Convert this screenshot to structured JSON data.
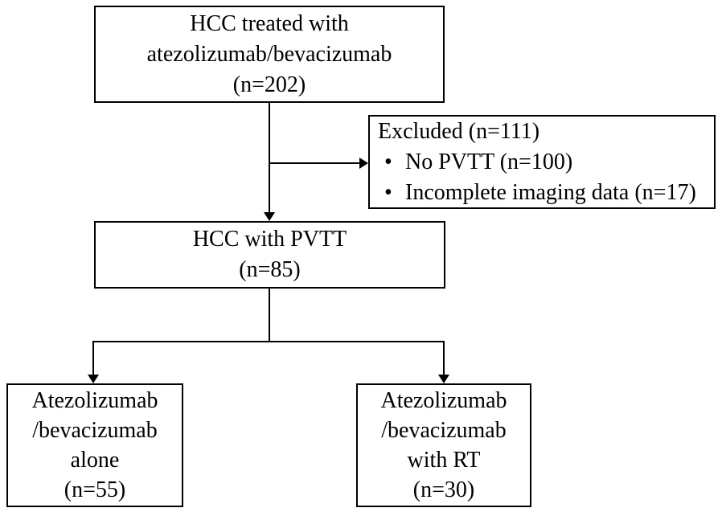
{
  "figure": {
    "type": "patient-flow-diagram",
    "boxes": {
      "treated": {
        "lines": [
          "HCC treated with",
          "atezolizumab/bevacizumab",
          "(n=202)"
        ]
      },
      "excluded": {
        "title": "Excluded (n=111)",
        "bullet_char": "•",
        "items": [
          "No PVTT (n=100)",
          "Incomplete imaging data (n=17)"
        ]
      },
      "pvtt": {
        "lines": [
          "HCC with PVTT",
          "(n=85)"
        ]
      },
      "alone": {
        "lines": [
          "Atezolizumab",
          "/bevacizumab",
          "alone",
          "(n=55)"
        ]
      },
      "rt": {
        "lines": [
          "Atezolizumab",
          "/bevacizumab",
          "with RT",
          "(n=30)"
        ]
      }
    },
    "colors": {
      "line": "#000000",
      "text": "#000000",
      "background": "#ffffff"
    }
  }
}
